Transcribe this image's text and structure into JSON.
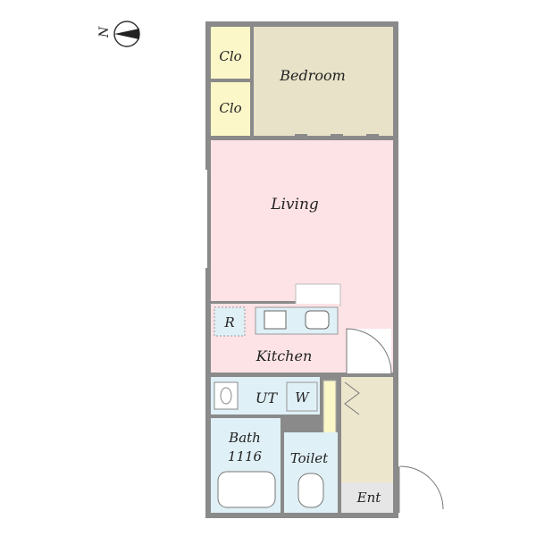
{
  "compass": {
    "north_label": "N"
  },
  "rooms": {
    "closet_upper": "Clo",
    "closet_lower": "Clo",
    "bedroom": "Bedroom",
    "living": "Living",
    "refrigerator": "R",
    "kitchen": "Kitchen",
    "utility": "UT",
    "washer": "W",
    "bath_label": "Bath",
    "bath_size": "1116",
    "toilet": "Toilet",
    "entrance": "Ent"
  },
  "colors": {
    "wall": "#8a8a8a",
    "closet": "#fbf7c8",
    "bedroom": "#e8e2c8",
    "living": "#fde3e6",
    "wet_area": "#dff0f6",
    "entrance_hall": "#ece6cd",
    "entrance_tile": "#e6e6e6"
  }
}
